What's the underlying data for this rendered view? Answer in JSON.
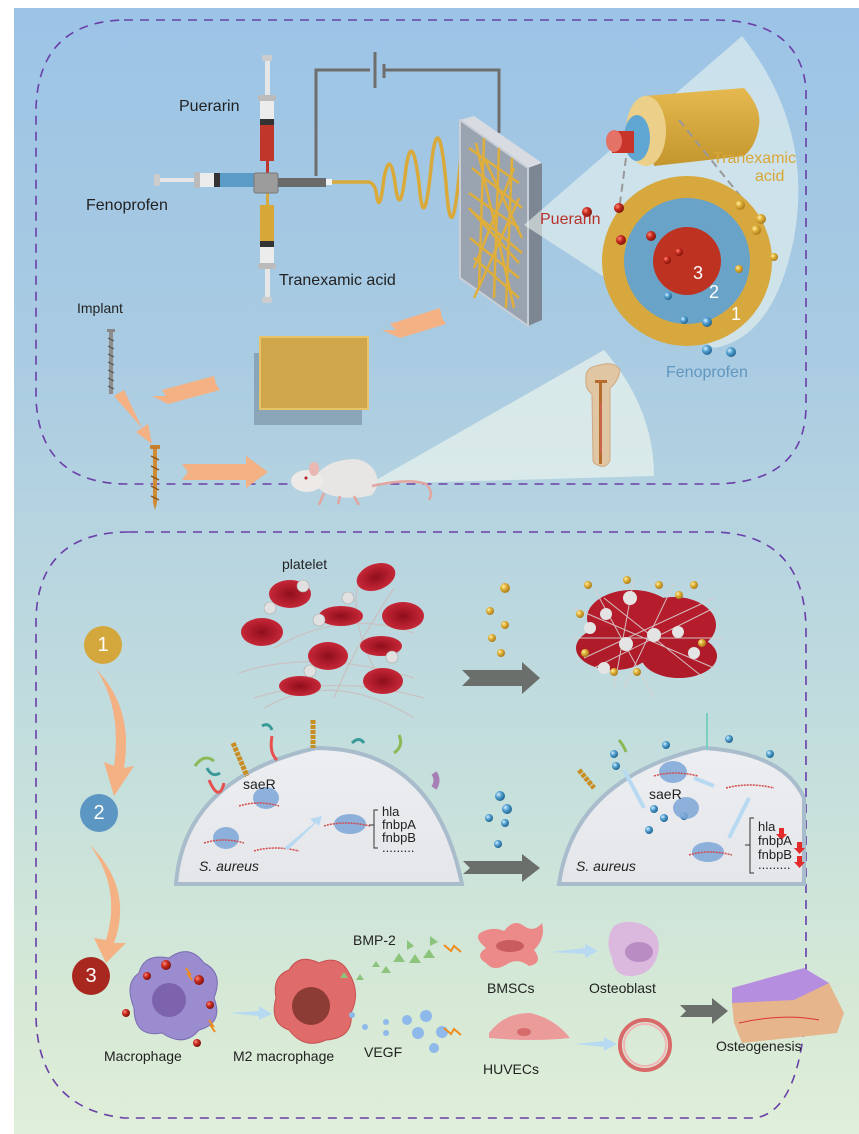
{
  "panel_top": {
    "syringes": {
      "puerarin": "Puerarin",
      "fenoprofen": "Fenoprofen",
      "tranexamic_acid": "Tranexamic acid"
    },
    "implant_label": "Implant",
    "fiber_layers": {
      "tranexamic_label_line1": "Tranexamic",
      "tranexamic_label_line2": "acid",
      "puerarin_label": "Puerarin",
      "fenoprofen_label": "Fenoprofen",
      "layer_numbers": [
        "1",
        "2",
        "3"
      ]
    }
  },
  "panel_bottom": {
    "steps": [
      "1",
      "2",
      "3"
    ],
    "platelet_label": "platelet",
    "bacteria": {
      "species_left": "S. aureus",
      "species_right": "S. aureus",
      "regulator_left": "saeR",
      "regulator_right": "saeR",
      "genes": [
        "hla",
        "fnbpA",
        "fnbpB",
        "........."
      ],
      "genes_right_down": [
        "hla",
        "fnbpA",
        "fnbpB"
      ]
    },
    "cells": {
      "macrophage": "Macrophage",
      "m2_macrophage": "M2 macrophage",
      "bmp2": "BMP-2",
      "vegf": "VEGF",
      "bmscs": "BMSCs",
      "osteoblast": "Osteoblast",
      "huvecs": "HUVECs",
      "osteogenesis": "Osteogenesis"
    }
  },
  "colors": {
    "puerarin": "#b8322a",
    "fenoprofen": "#5b9bc4",
    "tranexamic": "#d6a93c",
    "arrow_orange": "#f4b183",
    "arrow_gray": "#6b6f6c",
    "dashed_border": "#6a3fa8",
    "step1": "#d4a73c",
    "step2": "#5b97c2",
    "step3": "#a8281f"
  }
}
